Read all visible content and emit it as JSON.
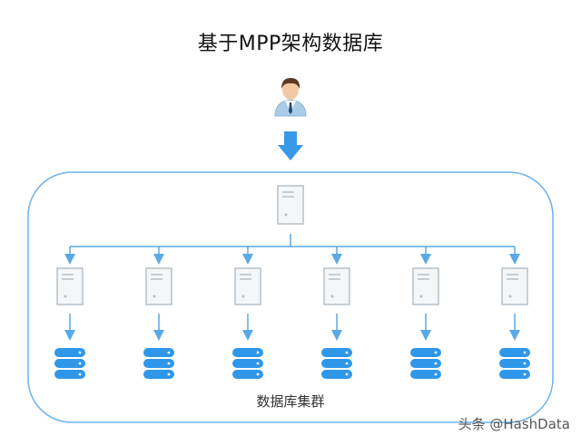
{
  "title": "基于MPP架构数据库",
  "cluster_label": "数据库集群",
  "watermark": "头条 @HashData",
  "colors": {
    "line": "#5aa9e6",
    "arrow": "#3a98e8",
    "server_fill": "#f4f6f8",
    "server_stroke": "#b7c0c8",
    "db": "#2f97ea"
  },
  "nodes": {
    "user": "user-icon",
    "master": "master-server-icon",
    "segment_count": 6
  }
}
